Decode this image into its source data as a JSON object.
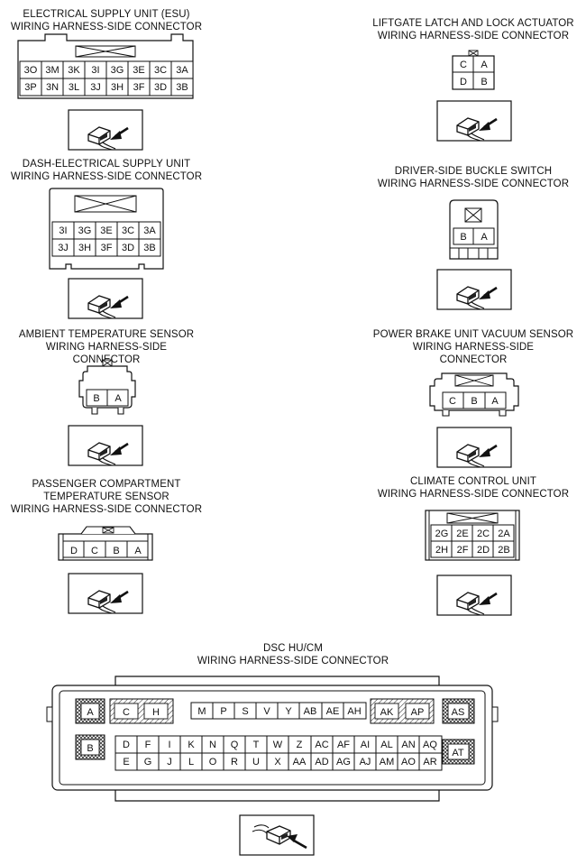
{
  "connectors": [
    {
      "id": "esu",
      "title_lines": [
        "ELECTRICAL SUPPLY UNIT (ESU)",
        "WIRING HARNESS-SIDE CONNECTOR"
      ],
      "pins_top": [
        "3O",
        "3M",
        "3K",
        "3I",
        "3G",
        "3E",
        "3C",
        "3A"
      ],
      "pins_bottom": [
        "3P",
        "3N",
        "3L",
        "3J",
        "3H",
        "3F",
        "3D",
        "3B"
      ]
    },
    {
      "id": "dash-esu",
      "title_lines": [
        "DASH-ELECTRICAL SUPPLY UNIT",
        "WIRING HARNESS-SIDE CONNECTOR"
      ],
      "pins_top": [
        "3I",
        "3G",
        "3E",
        "3C",
        "3A"
      ],
      "pins_bottom": [
        "3J",
        "3H",
        "3F",
        "3D",
        "3B"
      ]
    },
    {
      "id": "ambient",
      "title_lines": [
        "AMBIENT TEMPERATURE SENSOR",
        "WIRING HARNESS-SIDE",
        "CONNECTOR"
      ],
      "pins": [
        "B",
        "A"
      ]
    },
    {
      "id": "passenger",
      "title_lines": [
        "PASSENGER COMPARTMENT",
        "TEMPERATURE SENSOR",
        "WIRING HARNESS-SIDE CONNECTOR"
      ],
      "pins": [
        "D",
        "C",
        "B",
        "A"
      ]
    },
    {
      "id": "liftgate",
      "title_lines": [
        "LIFTGATE LATCH AND LOCK ACTUATOR",
        "WIRING HARNESS-SIDE CONNECTOR"
      ],
      "pins_top": [
        "C",
        "A"
      ],
      "pins_bottom": [
        "D",
        "B"
      ]
    },
    {
      "id": "buckle",
      "title_lines": [
        "DRIVER-SIDE BUCKLE SWITCH",
        "WIRING HARNESS-SIDE CONNECTOR"
      ],
      "pins": [
        "B",
        "A"
      ]
    },
    {
      "id": "brake",
      "title_lines": [
        "POWER BRAKE UNIT VACUUM SENSOR",
        "WIRING HARNESS-SIDE",
        "CONNECTOR"
      ],
      "pins": [
        "C",
        "B",
        "A"
      ]
    },
    {
      "id": "climate",
      "title_lines": [
        "CLIMATE CONTROL UNIT",
        "WIRING HARNESS-SIDE CONNECTOR"
      ],
      "pins_top": [
        "2G",
        "2E",
        "2C",
        "2A"
      ],
      "pins_bottom": [
        "2H",
        "2F",
        "2D",
        "2B"
      ]
    },
    {
      "id": "dsc",
      "title_lines": [
        "DSC HU/CM",
        "WIRING HARNESS-SIDE CONNECTOR"
      ],
      "large": {
        "a": "A",
        "c": "C",
        "h": "H",
        "b": "B",
        "ak": "AK",
        "ap": "AP",
        "as": "AS",
        "at": "AT"
      },
      "top_row": [
        "M",
        "P",
        "S",
        "V",
        "Y",
        "AB",
        "AE",
        "AH"
      ],
      "mid_row": [
        "D",
        "F",
        "I",
        "K",
        "N",
        "Q",
        "T",
        "W",
        "Z",
        "AC",
        "AF",
        "AI",
        "AL",
        "AN",
        "AQ"
      ],
      "bot_row": [
        "E",
        "G",
        "J",
        "L",
        "O",
        "R",
        "U",
        "X",
        "AA",
        "AD",
        "AG",
        "AJ",
        "AM",
        "AO",
        "AR"
      ]
    }
  ]
}
